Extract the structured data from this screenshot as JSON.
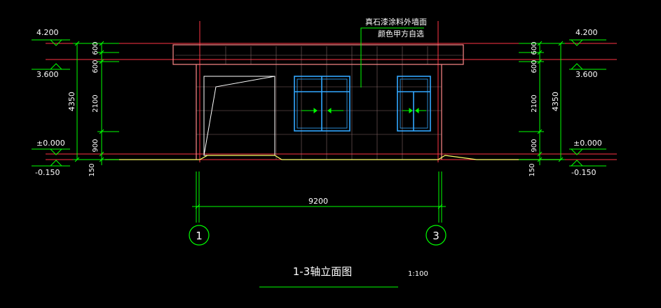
{
  "drawing": {
    "title": "1-3轴立面图",
    "scale": "1:100",
    "annotation": {
      "line1": "真石漆涂料外墙面",
      "line2": "颜色甲方自选"
    },
    "levels": {
      "roof_top": "4.200",
      "eave": "3.600",
      "ground": "±0.000",
      "outdoor": "-0.150"
    },
    "dimensions": {
      "total_height": "4350",
      "parapet_a": "600",
      "parapet_b": "600",
      "wall": "2100",
      "sill": "900",
      "plinth": "150",
      "axis_span": "9200"
    },
    "axes": {
      "left": "1",
      "right": "3"
    }
  },
  "colors": {
    "background": "#000000",
    "dimension": "#00ff00",
    "grid": "#ff3344",
    "text": "#ffffff",
    "window": "#33a8ff",
    "ground_line": "#ffff66",
    "door": "#ffffff",
    "tile": "#b08a8a"
  }
}
